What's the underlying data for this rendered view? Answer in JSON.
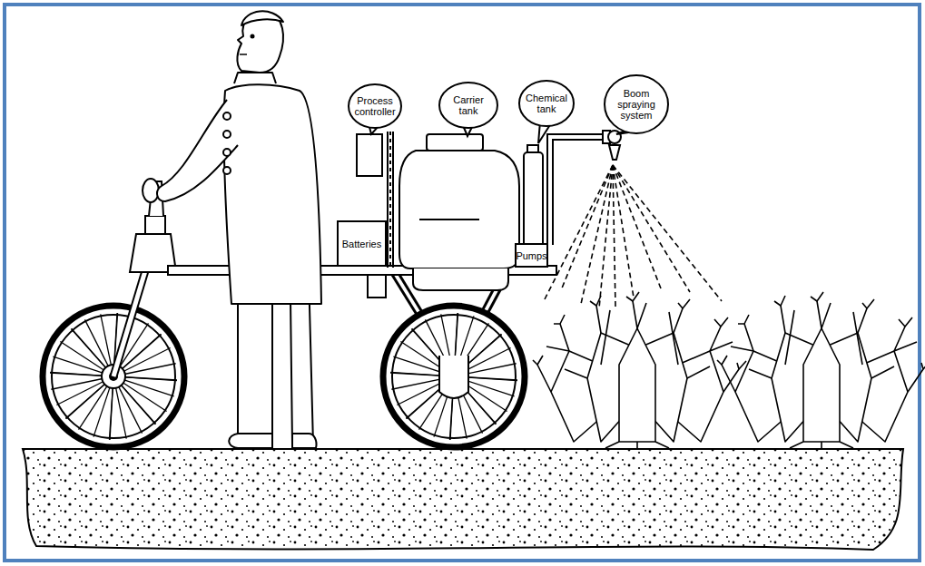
{
  "diagram": {
    "nodes": [
      {
        "text": [
          "Process controller"
        ]
      },
      {
        "text": [
          "Carrier tank"
        ]
      },
      {
        "text": [
          "Chemical tank"
        ]
      },
      {
        "text": [
          "Boom spraying system"
        ]
      },
      {
        "text": [
          "Batteries"
        ]
      },
      {
        "text": [
          "Pumps"
        ]
      }
    ]
  }
}
